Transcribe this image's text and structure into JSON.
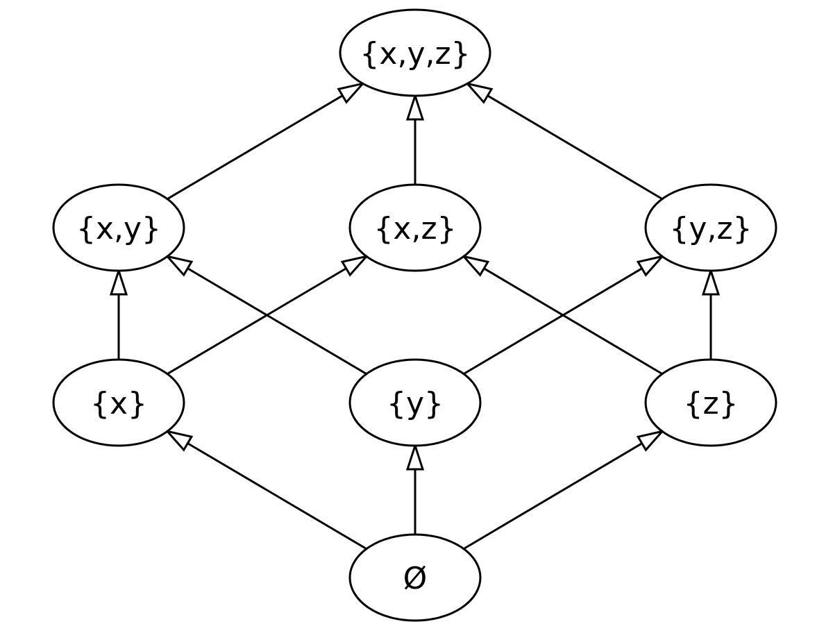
{
  "diagram": {
    "nodes": [
      {
        "id": "xyz",
        "label": "{x,y,z}"
      },
      {
        "id": "xy",
        "label": "{x,y}"
      },
      {
        "id": "xz",
        "label": "{x,z}"
      },
      {
        "id": "yz",
        "label": "{y,z}"
      },
      {
        "id": "x",
        "label": "{x}"
      },
      {
        "id": "y",
        "label": "{y}"
      },
      {
        "id": "z",
        "label": "{z}"
      },
      {
        "id": "empty",
        "label": "Ø"
      }
    ],
    "edges": [
      {
        "from": "xy",
        "to": "xyz"
      },
      {
        "from": "xz",
        "to": "xyz"
      },
      {
        "from": "yz",
        "to": "xyz"
      },
      {
        "from": "x",
        "to": "xy"
      },
      {
        "from": "y",
        "to": "xy"
      },
      {
        "from": "x",
        "to": "xz"
      },
      {
        "from": "z",
        "to": "xz"
      },
      {
        "from": "y",
        "to": "yz"
      },
      {
        "from": "z",
        "to": "yz"
      },
      {
        "from": "empty",
        "to": "x"
      },
      {
        "from": "empty",
        "to": "y"
      },
      {
        "from": "empty",
        "to": "z"
      }
    ]
  }
}
